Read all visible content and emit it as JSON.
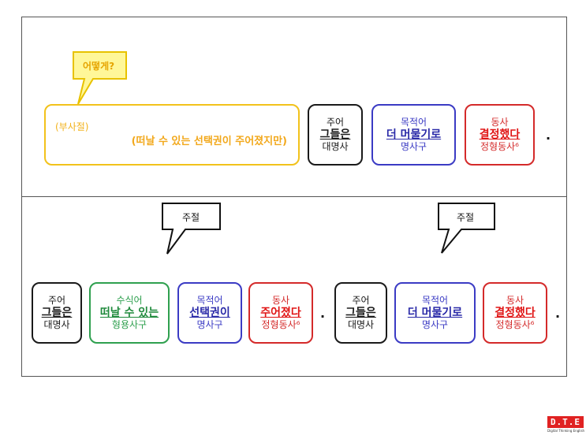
{
  "top": {
    "callout": "어떻게?",
    "adverb_clause": {
      "role": "(부사절)",
      "text": "(떠날 수 있는 선택권이 주어졌지만)"
    },
    "subject": {
      "role": "주어",
      "word": "그들은",
      "kind": "대명사"
    },
    "object": {
      "role": "목적어",
      "word": "더 머물기로",
      "kind": "명사구"
    },
    "verb": {
      "role": "동사",
      "word": "결정했다",
      "kind": "정형동사⁶"
    },
    "period": "."
  },
  "bottom": {
    "callout_left": "주절",
    "callout_right": "주절",
    "clause1": {
      "subject": {
        "role": "주어",
        "word": "그들은",
        "kind": "대명사"
      },
      "modifier": {
        "role": "수식어",
        "word": "떠날 수 있는",
        "kind": "형용사구"
      },
      "object": {
        "role": "목적어",
        "word": "선택권이",
        "kind": "명사구"
      },
      "verb": {
        "role": "동사",
        "word": "주어졌다",
        "kind": "정형동사⁶"
      },
      "period": "."
    },
    "clause2": {
      "subject": {
        "role": "주어",
        "word": "그들은",
        "kind": "대명사"
      },
      "object": {
        "role": "목적어",
        "word": "더 머물기로",
        "kind": "명사구"
      },
      "verb": {
        "role": "동사",
        "word": "결정했다",
        "kind": "정형동사⁶"
      },
      "period": "."
    }
  },
  "logo": {
    "mark": "D.T.E",
    "tagline": "Digital Thinking English"
  },
  "colors": {
    "yellow": "#f2c21b",
    "blue": "#3b3bc4",
    "red": "#d42a2a",
    "green": "#2fa04f",
    "black": "#1a1a1a"
  }
}
